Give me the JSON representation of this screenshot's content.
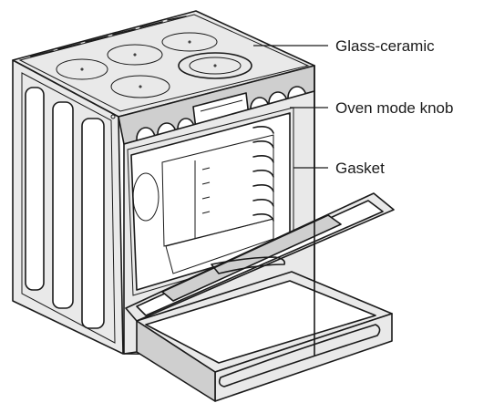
{
  "callouts": {
    "glass_ceramic": "Glass-ceramic",
    "oven_mode_knob": "Oven mode knob",
    "gasket": "Gasket"
  },
  "colors": {
    "line": "#1a1a1a",
    "panel_fill": "#e9e9e9",
    "shade_fill": "#cfcfcf"
  }
}
